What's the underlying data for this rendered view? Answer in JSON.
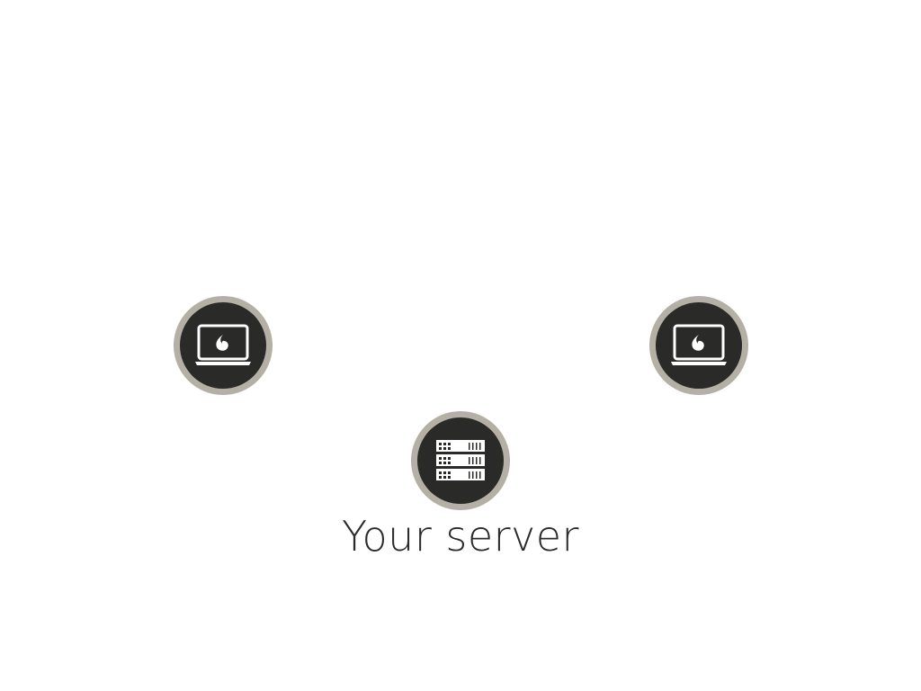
{
  "diagram": {
    "nodes": [
      {
        "id": "client-left",
        "kind": "laptop",
        "icon": "laptop-icon"
      },
      {
        "id": "client-right",
        "kind": "laptop",
        "icon": "laptop-icon"
      },
      {
        "id": "server",
        "kind": "server",
        "icon": "server-rack-icon",
        "label": "Your server"
      }
    ],
    "colors": {
      "ring": "#b5b0a6",
      "fill": "#2a2a28",
      "icon": "#ffffff",
      "text": "#2b2b2b",
      "background": "#ffffff"
    }
  }
}
